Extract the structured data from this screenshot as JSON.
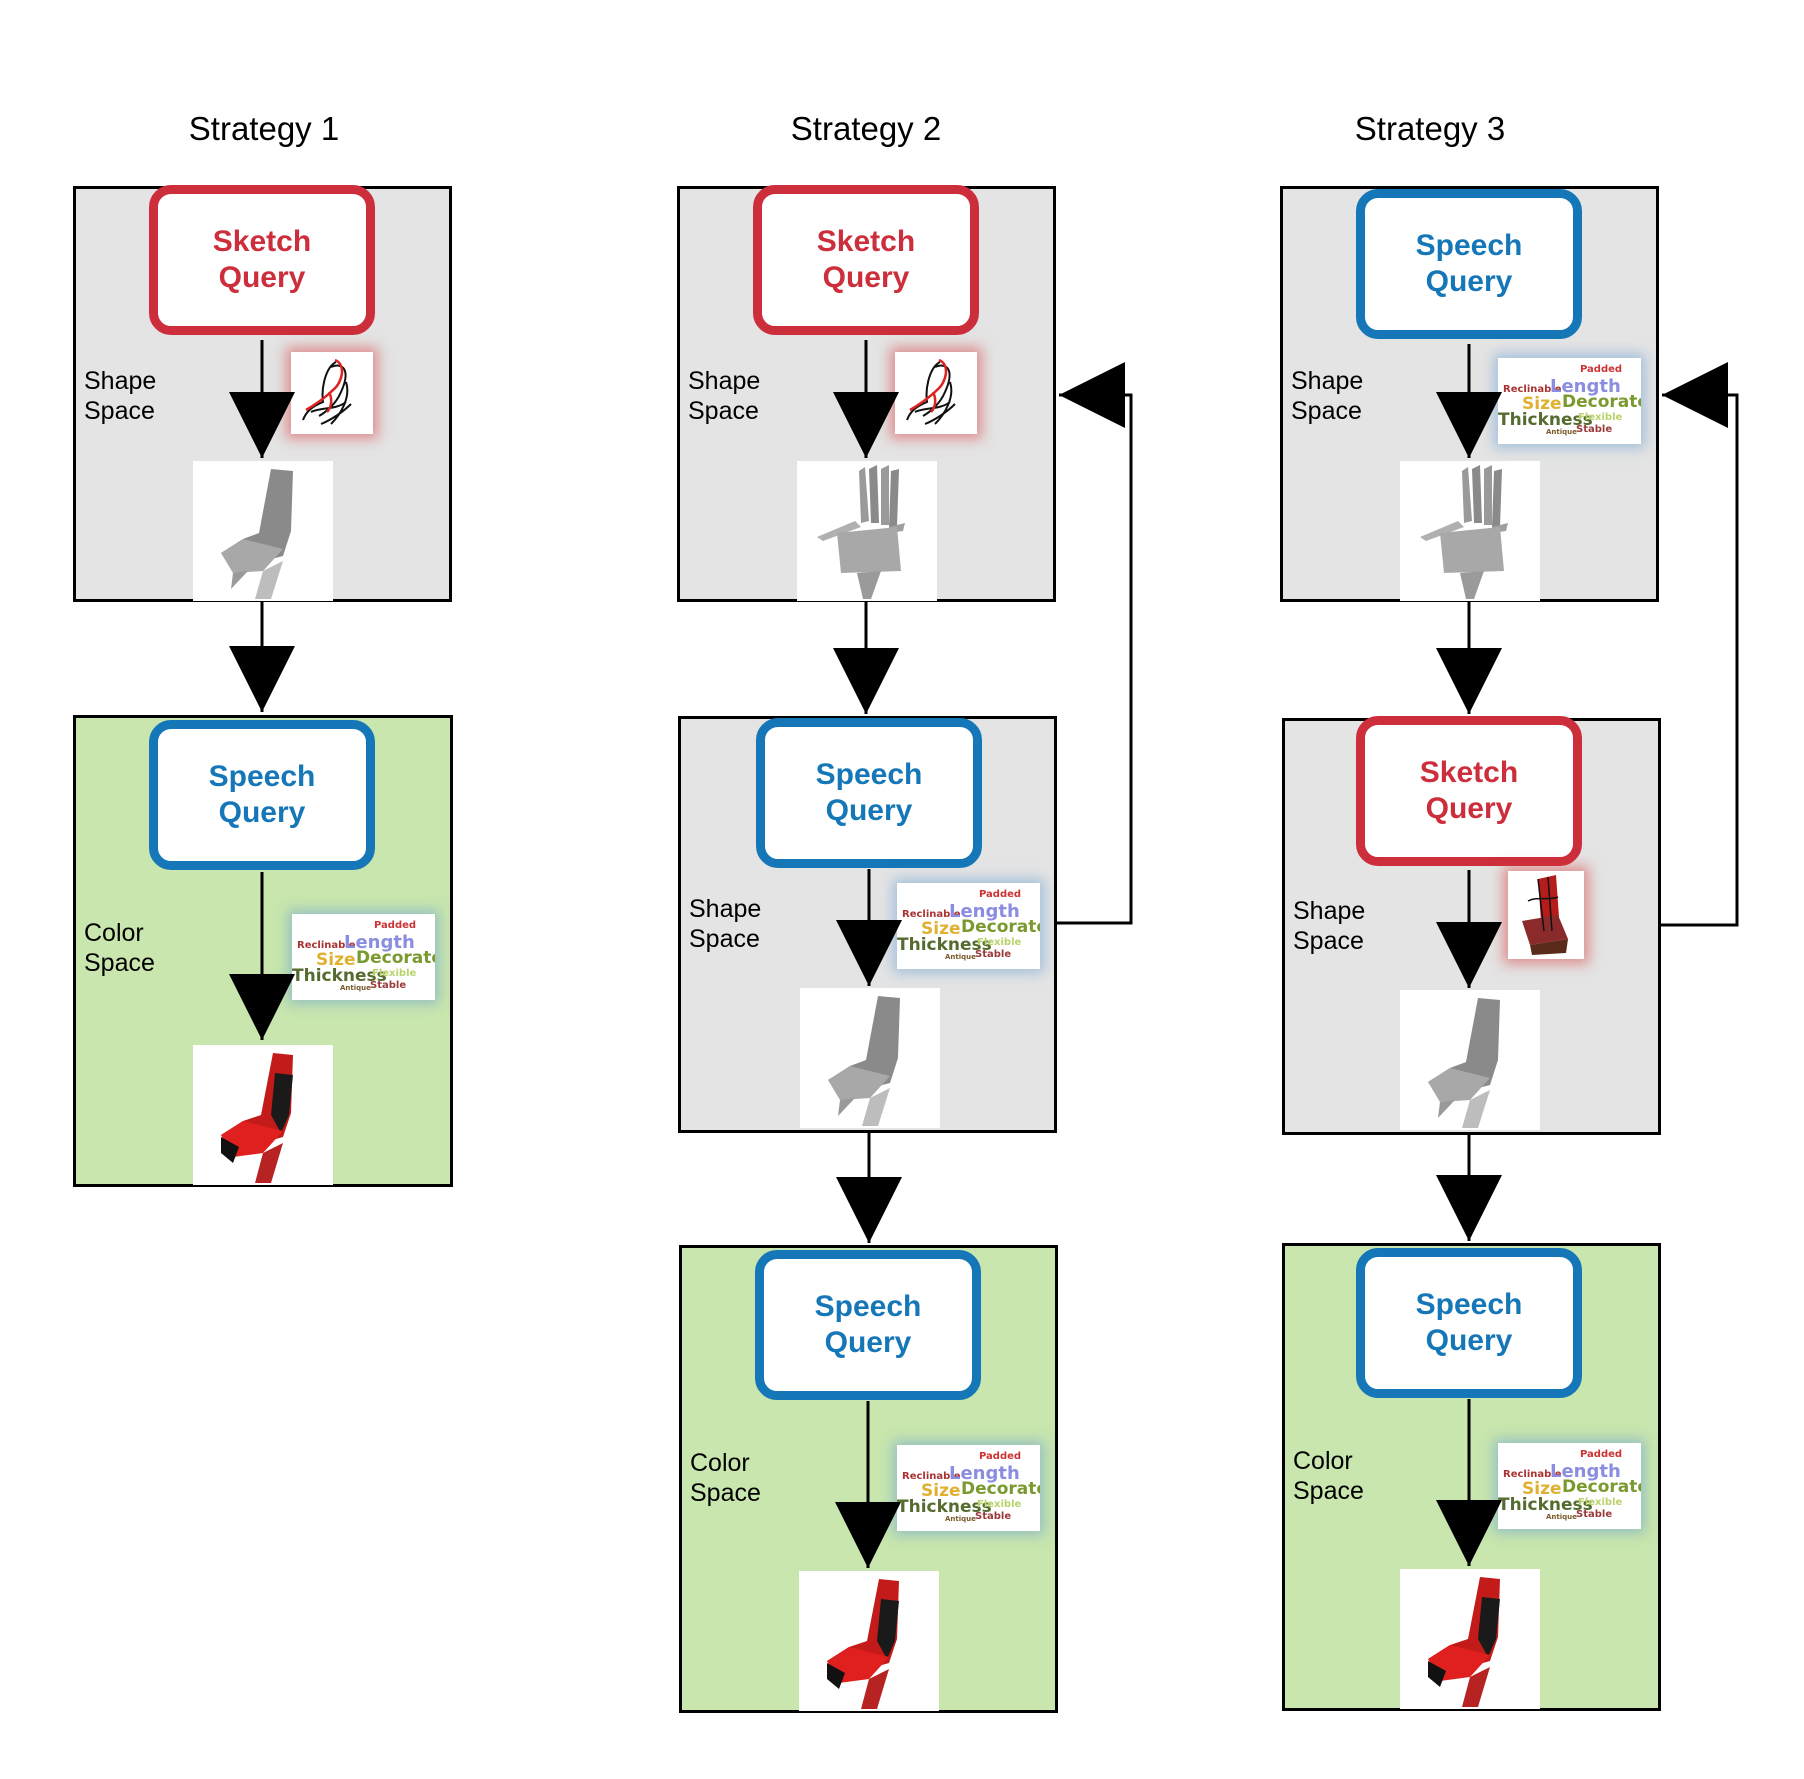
{
  "strategies": [
    {
      "title": "Strategy 1"
    },
    {
      "title": "Strategy 2"
    },
    {
      "title": "Strategy 3"
    }
  ],
  "labels": {
    "sketch_query": "Sketch\nQuery",
    "speech_query": "Speech\nQuery",
    "shape_space": "Shape\nSpace",
    "color_space": "Color\nSpace"
  },
  "word_cloud": {
    "words": [
      "Reclinable",
      "Length",
      "Padded",
      "Size",
      "Decorated",
      "Thickness",
      "Flexible",
      "Stable",
      "Antique"
    ]
  },
  "colors": {
    "sketch_red": "#cc2e3b",
    "speech_blue": "#1577b8",
    "shape_space_bg": "#e4e4e4",
    "color_space_bg": "#c8e6ad"
  }
}
